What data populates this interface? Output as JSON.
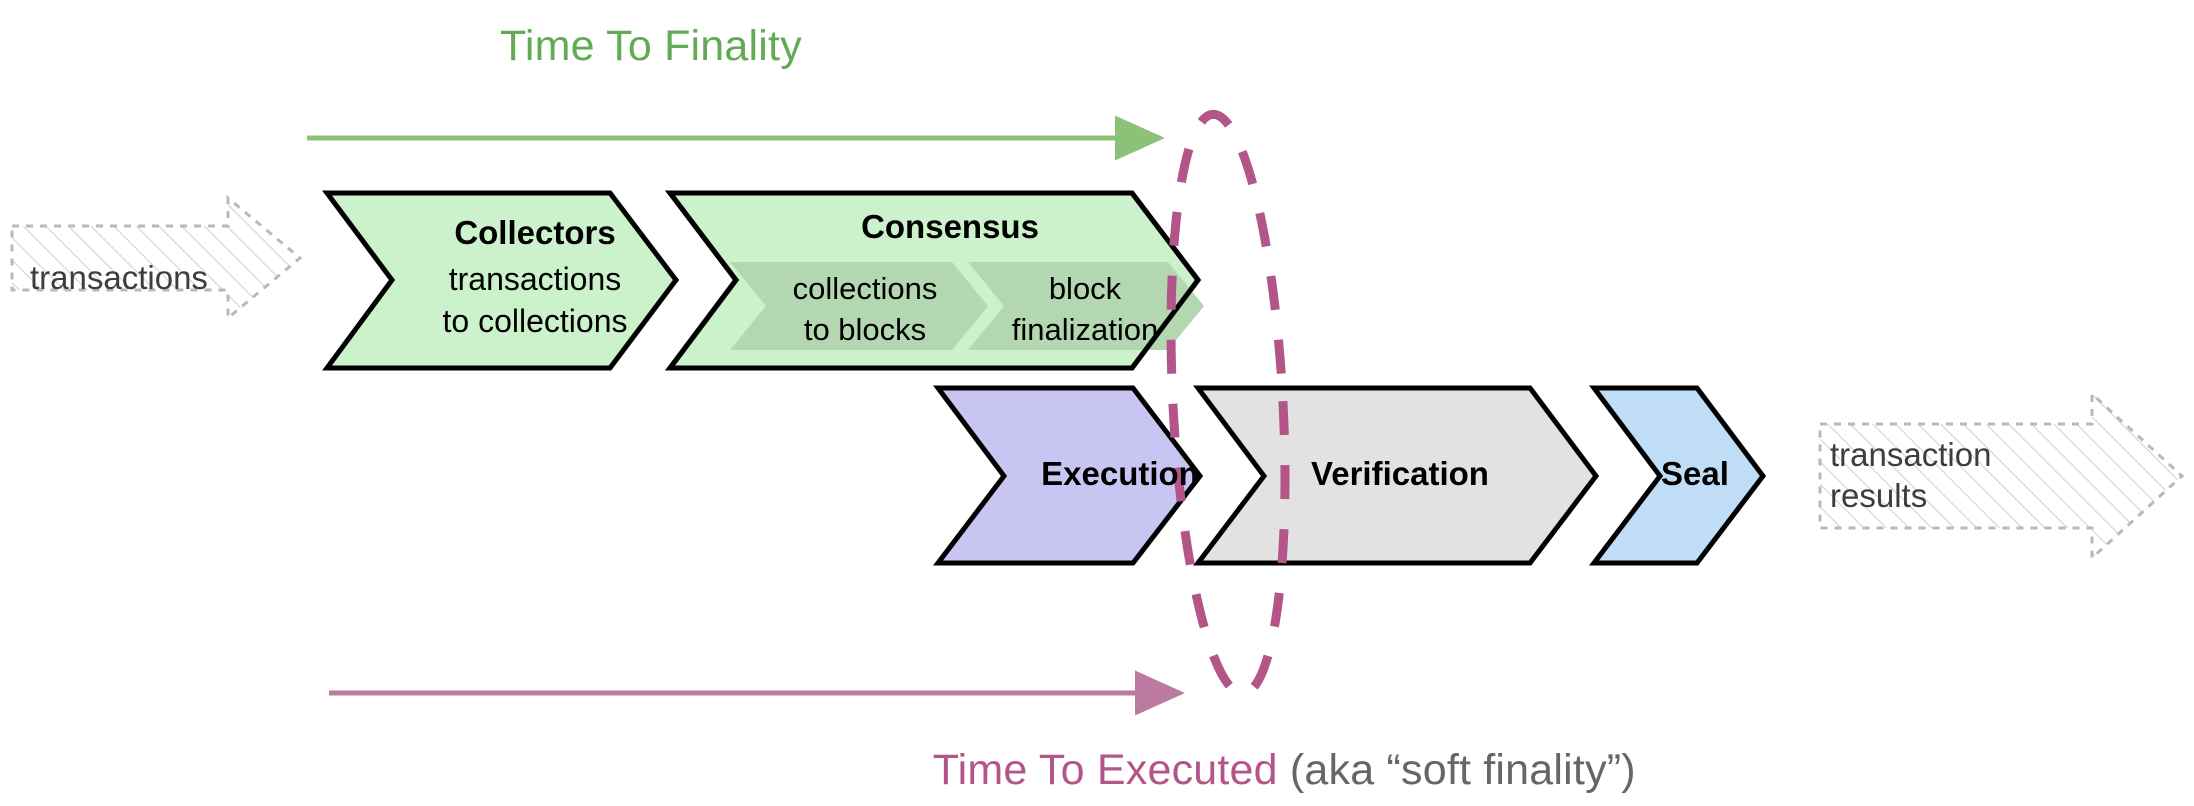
{
  "diagram": {
    "title_top": "Time To Finality",
    "caption_bottom_main": "Time To Executed",
    "caption_bottom_note": " (aka “soft finality”)",
    "colors": {
      "green_accent": "#62ab54",
      "purple_accent": "#b4558a",
      "green_fill": "#ccf2cc",
      "green_sub_fill": "#b3d7b0",
      "purple_fill": "#c9c5f2",
      "gray_fill": "#e2e2e2",
      "blue_fill": "#bfddf7",
      "ghost_stroke": "#b9b9b9",
      "outline": "#000000"
    }
  },
  "input": {
    "label": "transactions",
    "name": "transactions-input-arrow"
  },
  "output": {
    "line1": "transaction",
    "line2": "results",
    "name": "transaction-results-output-arrow"
  },
  "top_row": [
    {
      "id": "collectors",
      "title": "Collectors",
      "sub_line1": "transactions",
      "sub_line2": "to collections"
    },
    {
      "id": "consensus",
      "title": "Consensus",
      "children": [
        {
          "id": "collections-to-blocks",
          "line1": "collections",
          "line2": "to blocks"
        },
        {
          "id": "block-finalization",
          "line1": "block",
          "line2": "finalization"
        }
      ]
    }
  ],
  "bottom_row": [
    {
      "id": "execution",
      "title": "Execution"
    },
    {
      "id": "verification",
      "title": "Verification"
    },
    {
      "id": "seal",
      "title": "Seal"
    }
  ],
  "annotations": {
    "finality_arrow": "time-to-finality-arrow",
    "executed_arrow": "time-to-executed-arrow",
    "finality_marker": "finality-boundary-ellipse"
  }
}
